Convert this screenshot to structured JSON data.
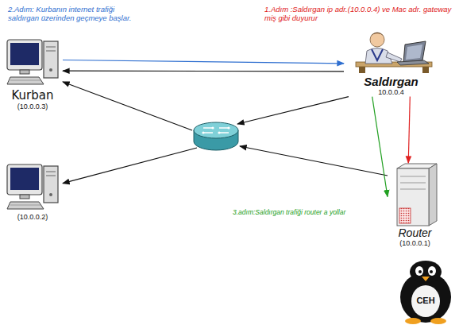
{
  "diagram": {
    "nodes": [
      {
        "text": [
          "Kurban",
          "(10.0.0.3)"
        ]
      },
      {
        "text": [
          "Saldırgan",
          "10.0.0.4"
        ]
      },
      {
        "text": []
      },
      {
        "text": [
          "(10.0.0.2)"
        ]
      },
      {
        "text": [
          "Router",
          "(10.0.0.1)"
        ]
      }
    ],
    "edges": [
      {
        "from": 0,
        "to": 1,
        "arrow": "to"
      },
      {
        "from": 1,
        "to": 0,
        "arrow": "to"
      },
      {
        "from": 1,
        "to": 2,
        "arrow": "to"
      },
      {
        "from": 2,
        "to": 0,
        "arrow": "to"
      },
      {
        "from": 2,
        "to": 3,
        "arrow": "to"
      },
      {
        "from": 4,
        "to": 2,
        "arrow": "to"
      },
      {
        "from": 1,
        "to": 4,
        "arrow": "to"
      },
      {
        "from": 1,
        "to": 4,
        "arrow": "to"
      }
    ],
    "labels": [
      "2.Adım: Kurbanın internet trafiği saldırgan üzerinden geçmeye başlar.",
      "1.Adım :Saldırgan ip adr.(10.0.0.4) ve Mac adr. gateway miş gibi duyurur",
      "3.adım:Saldırgan trafiği router a yollar",
      "CEH"
    ]
  }
}
